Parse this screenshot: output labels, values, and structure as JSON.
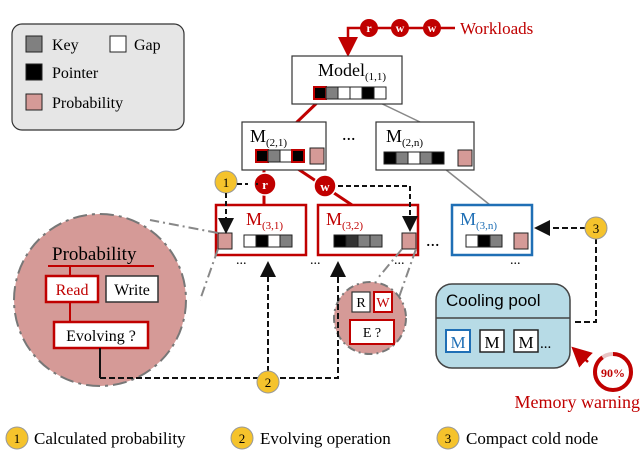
{
  "legend": {
    "key_label": "Key",
    "gap_label": "Gap",
    "pointer_label": "Pointer",
    "probability_label": "Probability"
  },
  "workloads": {
    "label": "Workloads",
    "ops": [
      "r",
      "w",
      "w"
    ]
  },
  "nodes": {
    "root": "Model",
    "root_sub": "(1,1)",
    "m21": "M",
    "m21_sub": "(2,1)",
    "m2n": "M",
    "m2n_sub": "(2,n)",
    "m31": "M",
    "m31_sub": "(3,1)",
    "m32": "M",
    "m32_sub": "(3,2)",
    "m3n": "M",
    "m3n_sub": "(3,n)",
    "ellipsis": "..."
  },
  "edge_ops": {
    "read": "r",
    "write": "w"
  },
  "probability_zoom": {
    "title": "Probability",
    "read": "Read",
    "write": "Write",
    "evolving": "Evolving ?"
  },
  "small_zoom": {
    "r": "R",
    "w": "W",
    "e": "E ?"
  },
  "cooling_pool": {
    "title": "Cooling pool",
    "items": [
      "M",
      "M",
      "M",
      "..."
    ]
  },
  "memory": {
    "percent": "90%",
    "label": "Memory warning"
  },
  "steps": [
    {
      "num": "1",
      "label": "Calculated probability"
    },
    {
      "num": "2",
      "label": "Evolving operation"
    },
    {
      "num": "3",
      "label": "Compact cold node"
    }
  ],
  "colors": {
    "red": "#c00000",
    "pink": "#d59a97",
    "blue": "#1f6fb5",
    "yellow": "#f5c32c",
    "pool": "#b7dbe6",
    "legend_bg": "#e6e6e6"
  }
}
